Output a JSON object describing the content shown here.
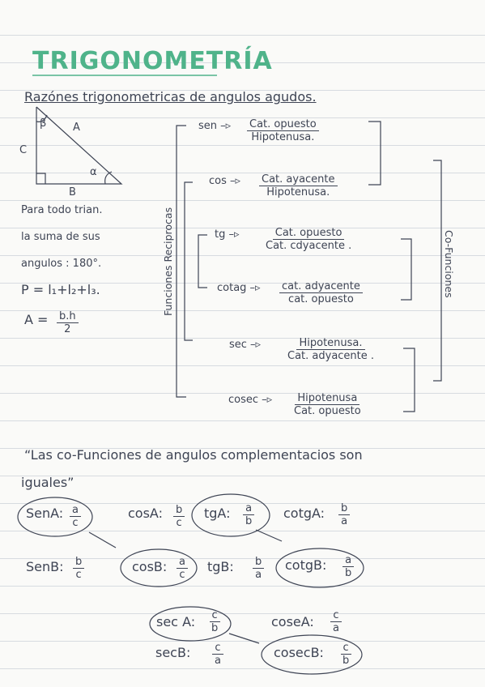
{
  "colors": {
    "title": "#4fb38a",
    "ink": "#3e4454",
    "paper": "#fafaf8",
    "rule": "#d7dbe0"
  },
  "title": "TRIGONOMETRÍA",
  "subtitle": "Razónes trigonometricas de angulos agudos.",
  "triangle": {
    "vertex_top_angle": "β",
    "vertex_right_angle": "α",
    "side_hyp": "A",
    "side_vert": "C",
    "side_base": "B"
  },
  "notes": [
    "Para todo trian.",
    "la suma de sus",
    "angulos : 180°.",
    "P = l₁+l₂+l₃."
  ],
  "area": {
    "label": "A =",
    "num": "b.h",
    "den": "2"
  },
  "vertical_labels": {
    "reciprocas": "Funciones Reciprocas",
    "cofunciones": "Co-Funciones"
  },
  "ratios": [
    {
      "name": "sen –▹",
      "num": "Cat. opuesto",
      "den": "Hipotenusa."
    },
    {
      "name": "cos –▹",
      "num": "Cat. ayacente",
      "den": "Hipotenusa."
    },
    {
      "name": "tg –▹",
      "num": "Cat. opuesto",
      "den": "Cat. cdyacente ."
    },
    {
      "name": "cotag –▹",
      "num": "cat. adyacente",
      "den": "cat. opuesto"
    },
    {
      "name": "sec –▹",
      "num": "Hipotenusa.",
      "den": "Cat. adyacente ."
    },
    {
      "name": "cosec –▹",
      "num": "Hipotenusa",
      "den": "Cat. opuesto"
    }
  ],
  "quote": {
    "line1": "“Las co-Funciones de angulos complementacios son",
    "line2": "iguales”"
  },
  "row_a": [
    {
      "lhs": "SenA:",
      "num": "a",
      "den": "c"
    },
    {
      "lhs": "cosA:",
      "num": "b",
      "den": "c"
    },
    {
      "lhs": "tgA:",
      "num": "a",
      "den": "b"
    },
    {
      "lhs": "cotgA:",
      "num": "b",
      "den": "a"
    }
  ],
  "row_b": [
    {
      "lhs": "SenB:",
      "num": "b",
      "den": "c"
    },
    {
      "lhs": "cosB:",
      "num": "a",
      "den": "c"
    },
    {
      "lhs": "tgB:",
      "num": "b",
      "den": "a"
    },
    {
      "lhs": "cotgB:",
      "num": "a",
      "den": "b"
    }
  ],
  "sec_rows": [
    {
      "lhs": "sec A:",
      "num": "c",
      "den": "b"
    },
    {
      "lhs": "coseA:",
      "num": "c",
      "den": "a"
    },
    {
      "lhs": "secB:",
      "num": "c",
      "den": "a"
    },
    {
      "lhs": "cosecB:",
      "num": "c",
      "den": "b"
    }
  ]
}
